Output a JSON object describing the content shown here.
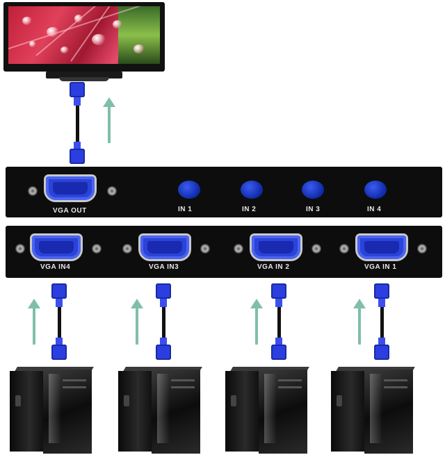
{
  "switch_top": {
    "vga_out_label": "VGA OUT",
    "buttons": [
      "IN 1",
      "IN 2",
      "IN 3",
      "IN 4"
    ]
  },
  "switch_bottom": {
    "inputs": [
      "VGA IN4",
      "VGA IN3",
      "VGA IN 2",
      "VGA IN 1"
    ]
  },
  "colors": {
    "cable_connector": "#2b3fe0",
    "arrow": "#7fbfa8",
    "box": "#0d0d0d",
    "button": "#0e2aa8"
  }
}
